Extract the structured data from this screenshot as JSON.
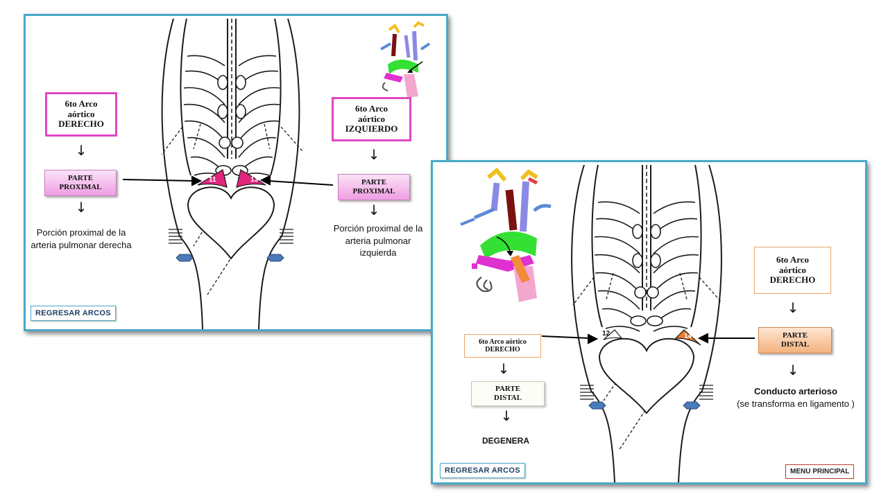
{
  "slide1": {
    "left_box": {
      "line1": "6to Arco",
      "line2": "aórtico",
      "line3": "DERECHO"
    },
    "left_part": {
      "line1": "PARTE",
      "line2": "PROXIMAL"
    },
    "left_desc": {
      "line1": "Porción proximal de la",
      "line2": "arteria pulmonar derecha"
    },
    "right_box": {
      "line1": "6to Arco",
      "line2": "aórtico",
      "line3": "IZQUIERDO"
    },
    "right_part": {
      "line1": "PARTE",
      "line2": "PROXIMAL"
    },
    "right_desc": {
      "line1": "Porción proximal de la",
      "line2": "arteria pulmonar",
      "line3": "izquierda"
    },
    "segment_left": "11",
    "segment_right": "13",
    "back_button": "REGRESAR ARCOS"
  },
  "slide2": {
    "right_box": {
      "line1": "6to Arco",
      "line2": "aórtico",
      "line3": "DERECHO"
    },
    "right_part": {
      "line1": "PARTE",
      "line2": "DISTAL"
    },
    "right_desc": {
      "line1": "Conducto arterioso",
      "line2": "(se transforma en ligamento )"
    },
    "left_box": {
      "line1": "6to Arco aórtico",
      "line2": "DERECHO"
    },
    "left_part": {
      "line1": "PARTE",
      "line2": "DISTAL"
    },
    "left_desc": "DEGENERA",
    "segment_left": "12",
    "segment_right": "14",
    "back_button": "REGRESAR ARCOS",
    "menu_button": "MENU PRINCIPAL"
  },
  "colors": {
    "frame": "#4aa7c9",
    "pink_segment": "#e0267e",
    "orange_segment": "#ee7a2e",
    "pink_border": "#e047c1",
    "orange_border": "#e8a46a",
    "menu_border": "#c0392b"
  },
  "icons": [
    "down-arrow-icon",
    "right-arrow-icon",
    "left-arrow-icon",
    "aortic-arch-model-icon"
  ]
}
